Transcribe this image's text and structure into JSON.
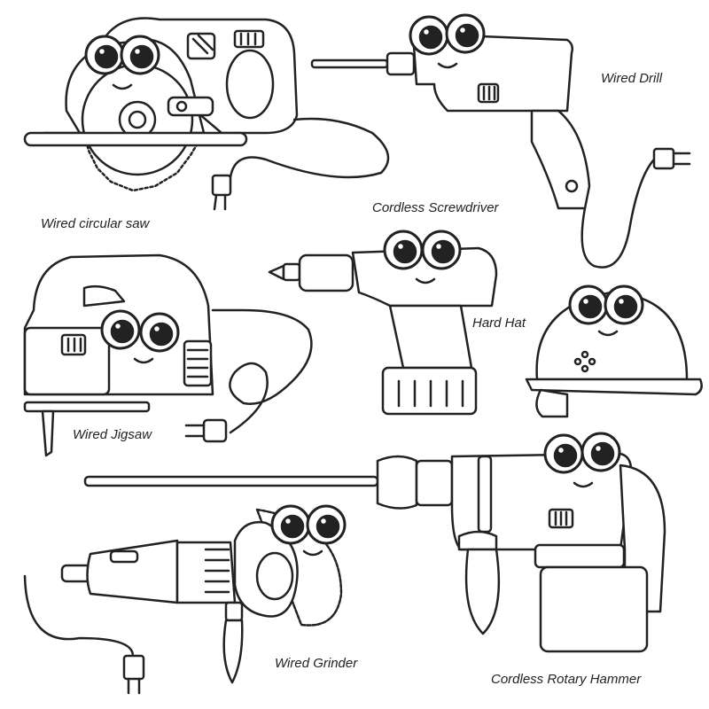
{
  "palette": {
    "ink": "#222222",
    "paper": "#ffffff"
  },
  "tools": [
    {
      "id": "circular-saw",
      "caption": "Wired circular saw",
      "icon": "circular-saw-icon"
    },
    {
      "id": "drill",
      "caption": "Wired Drill",
      "icon": "drill-icon"
    },
    {
      "id": "screwdriver",
      "caption": "Cordless Screwdriver",
      "icon": "screwdriver-icon"
    },
    {
      "id": "hard-hat",
      "caption": "Hard Hat",
      "icon": "hard-hat-icon"
    },
    {
      "id": "jigsaw",
      "caption": "Wired Jigsaw",
      "icon": "jigsaw-icon"
    },
    {
      "id": "grinder",
      "caption": "Wired Grinder",
      "icon": "grinder-icon"
    },
    {
      "id": "rotary-hammer",
      "caption": "Cordless Rotary Hammer",
      "icon": "rotary-hammer-icon"
    }
  ]
}
